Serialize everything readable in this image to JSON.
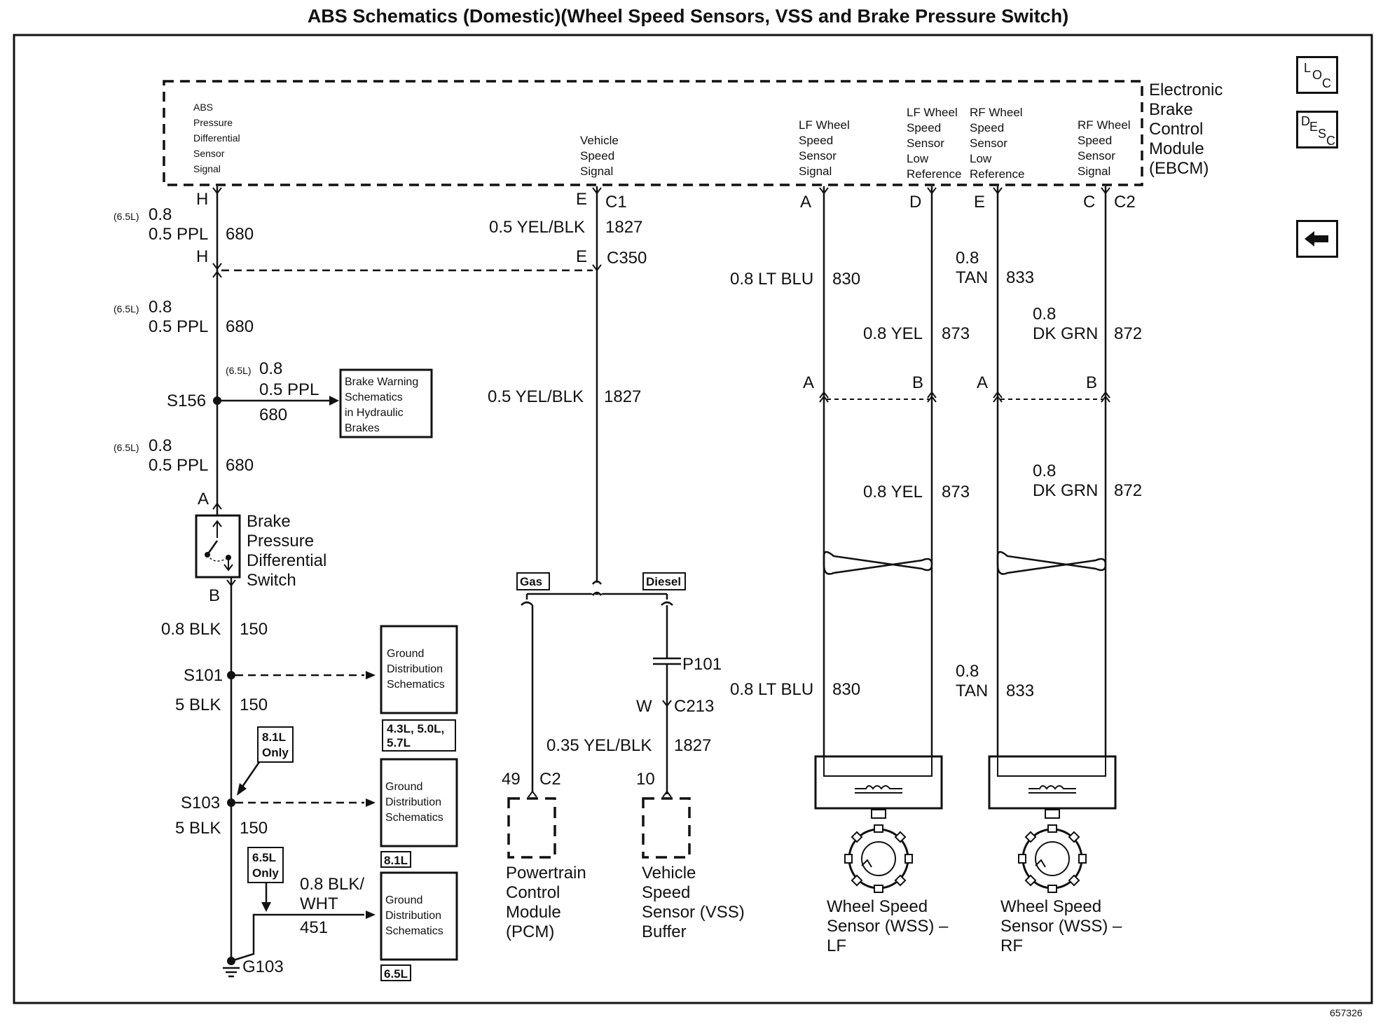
{
  "title": "ABS Schematics (Domestic)(Wheel Speed Sensors, VSS and Brake Pressure Switch)",
  "document_number": "657326",
  "nav": {
    "loc": [
      "L",
      "O",
      "C"
    ],
    "desc": [
      "D",
      "E",
      "S",
      "C"
    ],
    "back_icon": "left-arrow-icon"
  },
  "ebcm": {
    "name": [
      "Electronic",
      "Brake",
      "Control",
      "Module",
      "(EBCM)"
    ],
    "pins": {
      "abs_signal": [
        "ABS",
        "Pressure",
        "Differential",
        "Sensor",
        "Signal"
      ],
      "vehicle_speed": [
        "Vehicle",
        "Speed",
        "Signal"
      ],
      "lf_signal": [
        "LF Wheel",
        "Speed",
        "Sensor",
        "Signal"
      ],
      "lf_low_ref": [
        "LF Wheel",
        "Speed",
        "Sensor",
        "Low",
        "Reference"
      ],
      "rf_low_ref": [
        "RF Wheel",
        "Speed",
        "Sensor",
        "Low",
        "Reference"
      ],
      "rf_signal": [
        "RF Wheel",
        "Speed",
        "Sensor",
        "Signal"
      ]
    },
    "connectors": {
      "c1": "C1",
      "c2": "C2"
    },
    "pin_letters": {
      "h": "H",
      "e": "E",
      "a": "A",
      "d": "D",
      "e2": "E",
      "c": "C"
    }
  },
  "left_circuit": {
    "opt_65l": "(6.5L)",
    "gauge_08": "0.8",
    "wire_ppl": "0.5 PPL",
    "circuit_680": "680",
    "pin_h": "H",
    "pin_a": "A",
    "pin_b": "B",
    "splice_s156": "S156",
    "splice_s101": "S101",
    "splice_s103": "S103",
    "ground_g103": "G103",
    "brake_warning_box": [
      "Brake Warning",
      "Schematics",
      "in Hydraulic",
      "Brakes"
    ],
    "switch_name": [
      "Brake",
      "Pressure",
      "Differential",
      "Switch"
    ],
    "wire_08blk": "0.8 BLK",
    "circuit_150": "150",
    "wire_5blk": "5 BLK",
    "ground_box": [
      "Ground",
      "Distribution",
      "Schematics"
    ],
    "tag_43_50_57": [
      "4.3L, 5.0L,",
      "5.7L"
    ],
    "tag_81": "8.1L",
    "tag_65": "6.5L",
    "callout_81": [
      "8.1L",
      "Only"
    ],
    "callout_65": [
      "6.5L",
      "Only"
    ],
    "wire_08blkwht": [
      "0.8 BLK/",
      "WHT"
    ],
    "circuit_451": "451"
  },
  "vss_circuit": {
    "pin_e": "E",
    "c350": "C350",
    "wire_yelblk": "0.5 YEL/BLK",
    "circuit_1827": "1827",
    "tag_gas": "Gas",
    "tag_diesel": "Diesel",
    "p101": "P101",
    "pin_w": "W",
    "c213": "C213",
    "wire_035": "0.35 YEL/BLK",
    "pcm_pin": "49",
    "pcm_conn": "C2",
    "vss_pin": "10",
    "pcm_name": [
      "Powertrain",
      "Control",
      "Module",
      "(PCM)"
    ],
    "vss_name": [
      "Vehicle",
      "Speed",
      "Sensor (VSS)",
      "Buffer"
    ]
  },
  "wss_circuits": {
    "ltblu": "0.8 LT BLU",
    "c830": "830",
    "yel": "0.8 YEL",
    "c873": "873",
    "gauge_08": "0.8",
    "tan": "TAN",
    "c833": "833",
    "dkgrn": "DK GRN",
    "c872": "872",
    "pin_a": "A",
    "pin_b": "B",
    "lf_name": [
      "Wheel Speed",
      "Sensor (WSS) –",
      "LF"
    ],
    "rf_name": [
      "Wheel Speed",
      "Sensor (WSS) –",
      "RF"
    ]
  }
}
